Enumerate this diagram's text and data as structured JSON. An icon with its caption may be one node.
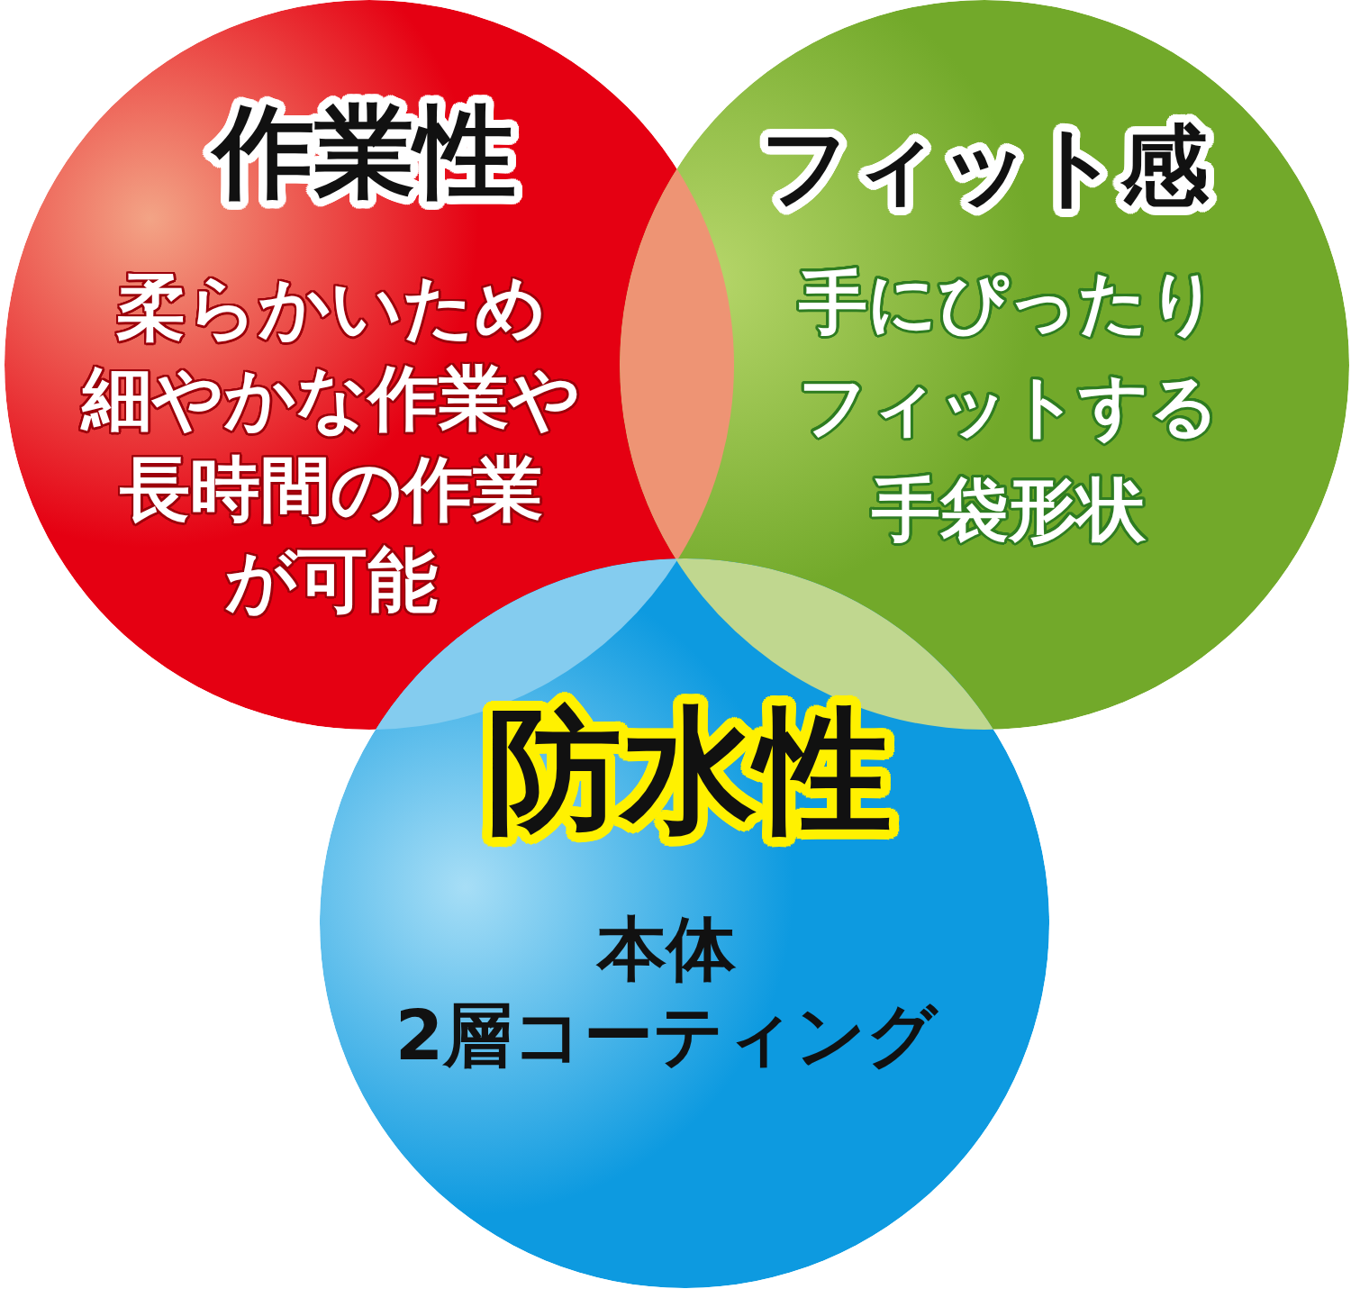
{
  "diagram": {
    "nodes": [
      {
        "text": [
          "作業性",
          "柔らかいため細やかな作業や長時間の作業が可能"
        ]
      },
      {
        "text": [
          "フィット感",
          "手にぴったりフィットする手袋形状"
        ]
      },
      {
        "text": [
          "防水性",
          "本体2層コーティング"
        ]
      }
    ]
  }
}
